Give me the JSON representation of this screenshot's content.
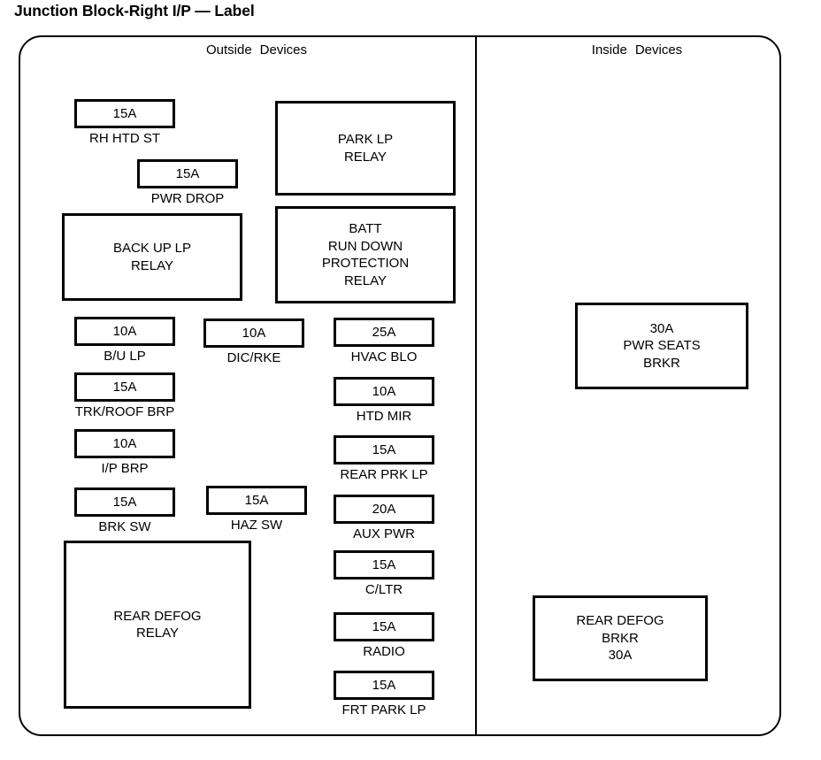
{
  "title": "Junction Block-Right I/P — Label",
  "sections": {
    "outside": {
      "header_words": [
        "Outside",
        "Devices"
      ]
    },
    "inside": {
      "header_words": [
        "Inside",
        "Devices"
      ]
    }
  },
  "colors": {
    "line": "#000000",
    "background": "#ffffff",
    "text": "#000000"
  },
  "outside_devices": {
    "fuses": [
      {
        "rating": "15A",
        "caption": "RH HTD ST"
      },
      {
        "rating": "15A",
        "caption": "PWR DROP"
      },
      {
        "rating": "10A",
        "caption": "B/U LP"
      },
      {
        "rating": "10A",
        "caption": "DIC/RKE"
      },
      {
        "rating": "25A",
        "caption": "HVAC BLO"
      },
      {
        "rating": "15A",
        "caption": "TRK/ROOF BRP"
      },
      {
        "rating": "10A",
        "caption": "HTD MIR"
      },
      {
        "rating": "10A",
        "caption": "I/P BRP"
      },
      {
        "rating": "15A",
        "caption": "REAR PRK LP"
      },
      {
        "rating": "15A",
        "caption": "BRK SW"
      },
      {
        "rating": "15A",
        "caption": "HAZ SW"
      },
      {
        "rating": "20A",
        "caption": "AUX PWR"
      },
      {
        "rating": "15A",
        "caption": "C/LTR"
      },
      {
        "rating": "15A",
        "caption": "RADIO"
      },
      {
        "rating": "15A",
        "caption": "FRT PARK LP"
      }
    ],
    "relays": [
      {
        "lines": [
          "PARK LP",
          "RELAY"
        ]
      },
      {
        "lines": [
          "BACK UP LP",
          "RELAY"
        ]
      },
      {
        "lines": [
          "BATT",
          "RUN DOWN",
          "PROTECTION",
          "RELAY"
        ]
      },
      {
        "lines": [
          "REAR DEFOG",
          "RELAY"
        ]
      }
    ]
  },
  "inside_devices": {
    "breakers": [
      {
        "lines": [
          "30A",
          "PWR SEATS",
          "BRKR"
        ]
      },
      {
        "lines": [
          "REAR DEFOG",
          "BRKR",
          "30A"
        ]
      }
    ]
  }
}
